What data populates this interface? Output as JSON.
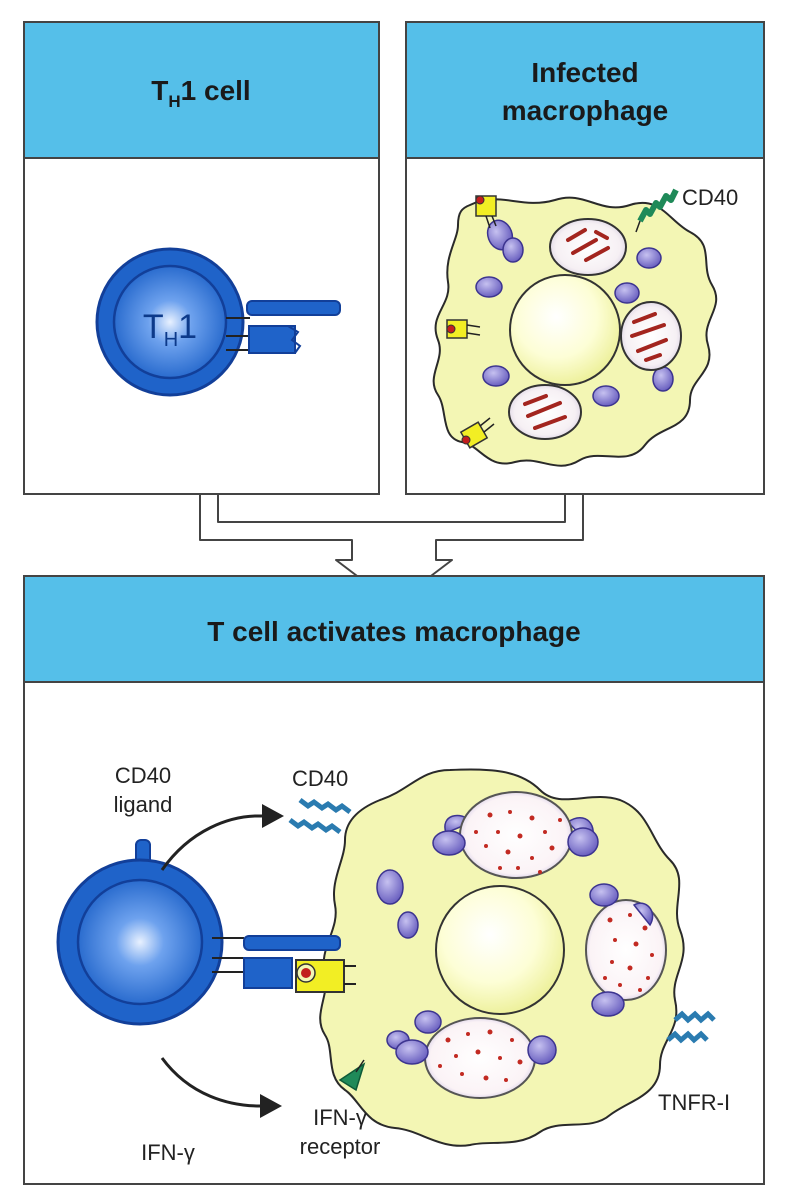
{
  "panels": {
    "th1": {
      "title_main": "T",
      "title_sub": "H",
      "title_rest": "1 cell",
      "cell_main": "T",
      "cell_sub": "H",
      "cell_rest": "1"
    },
    "macrophage": {
      "title_line1": "Infected",
      "title_line2": "macrophage",
      "cd40_label": "CD40"
    },
    "activation": {
      "title": "T cell activates macrophage",
      "cd40_ligand_line1": "CD40",
      "cd40_ligand_line2": "ligand",
      "cd40_label": "CD40",
      "ifn_gamma_label": "IFN-γ",
      "ifn_receptor_line1": "IFN-γ",
      "ifn_receptor_line2": "receptor",
      "tnfr_label": "TNFR-I"
    }
  },
  "colors": {
    "header_blue": "#55bfe9",
    "cell_blue": "#1f63c9",
    "cell_dark": "#123f99",
    "macrophage_fill": "#f3f6b4",
    "vesicle_purple": "#8a82d2",
    "bacteria_red": "#a3251f",
    "receptor_yellow": "#f2ee24",
    "cd40_teal": "#2a7bb0",
    "ifn_green": "#1f8a59"
  }
}
